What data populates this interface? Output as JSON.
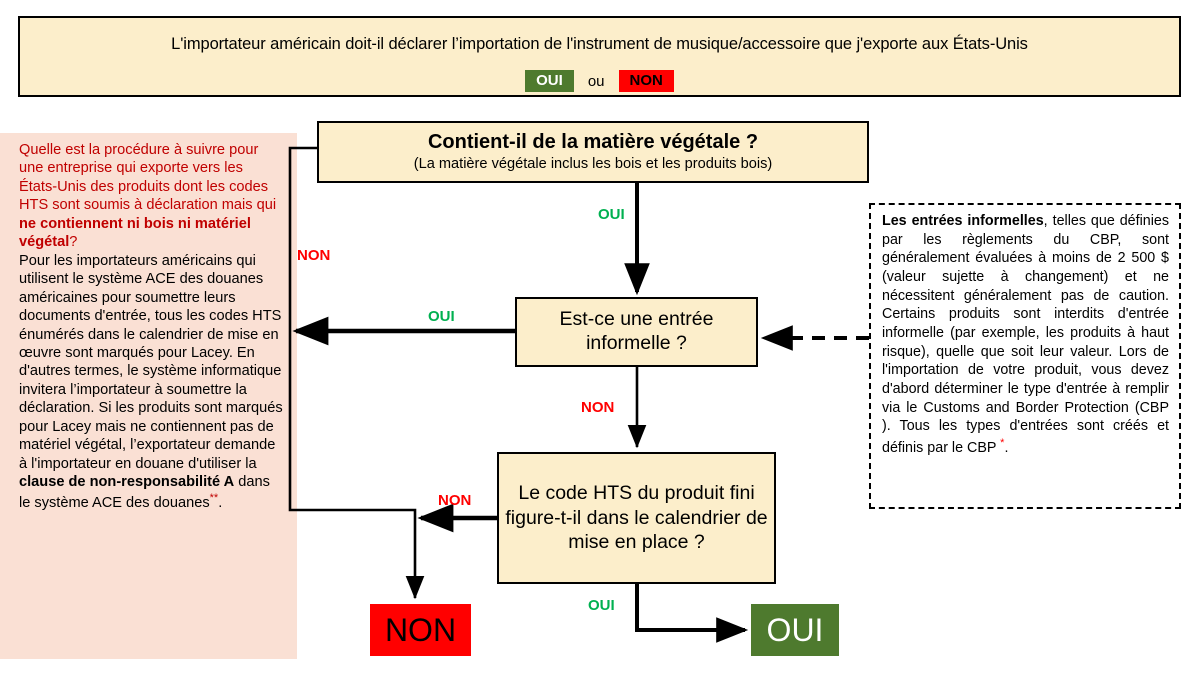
{
  "header": {
    "title": "L'importateur américain doit-il déclarer l’importation de l'instrument de musique/accessoire que j'exporte aux États-Unis",
    "option_yes": "OUI",
    "separator": "ou",
    "option_no": "NON",
    "colors": {
      "yes_bg": "#4e7a2e",
      "no_bg": "#ff0000",
      "box_bg": "#fceecb"
    }
  },
  "left_panel": {
    "question_part1": "Quelle est la procédure à suivre pour une entreprise qui exporte vers les États-Unis des produits dont les codes HTS sont soumis à déclaration mais qui ",
    "question_bold": "ne contiennent ni bois ni matériel végétal",
    "question_part2": "?",
    "body_part1": "Pour les importateurs américains qui utilisent le système ACE des douanes américaines pour soumettre leurs documents d'entrée, tous les codes HTS énumérés dans le calendrier de mise en œuvre sont marqués pour Lacey. En d'autres termes, le système informatique invitera l’importateur à soumettre la déclaration. Si les produits sont marqués pour Lacey mais ne contiennent pas de matériel végétal, l’exportateur demande à l'importateur en douane d'utiliser la ",
    "body_bold": "clause de non-responsabilité A",
    "body_part2": " dans le système ACE des douanes",
    "body_footnote": "**",
    "body_end": ".",
    "bg_color": "#fae0d4",
    "question_color": "#c00000"
  },
  "right_note": {
    "lead_bold": "Les entrées informelles",
    "text": ", telles que définies par les règlements du CBP, sont généralement évaluées à moins de 2 500 $ (valeur sujette à changement) et ne nécessitent généralement pas de caution. Certains produits sont interdits d'entrée informelle (par exemple, les produits à haut risque), quelle que soit leur valeur. Lors de l'importation de votre produit, vous devez d'abord déterminer le type d'entrée à remplir via le Customs and Border Protection (CBP ). Tous les types d'entrées sont créés et définis par le CBP ",
    "footnote": "*",
    "text_end": "."
  },
  "flow": {
    "boxes": [
      {
        "id": "box-vegetal",
        "title": "Contient-il de la matière végétale ?",
        "subtitle": "(La matière végétale inclus les bois et les produits bois)"
      },
      {
        "id": "box-informelle",
        "title": "Est-ce une entrée informelle ?"
      },
      {
        "id": "box-hts",
        "title": "Le code HTS du produit fini figure-t-il dans le calendrier de mise en place ?"
      }
    ],
    "edge_labels": {
      "vegetal_yes": "OUI",
      "vegetal_no": "NON",
      "informelle_yes": "OUI",
      "informelle_no": "NON",
      "hts_no": "NON",
      "hts_yes": "OUI"
    },
    "terminals": {
      "no": "NON",
      "yes": "OUI"
    },
    "colors": {
      "yes_label": "#00b050",
      "no_label": "#ff0000",
      "box_bg": "#fceecb",
      "terminal_no_bg": "#ff0000",
      "terminal_yes_bg": "#4e7a2e"
    }
  }
}
